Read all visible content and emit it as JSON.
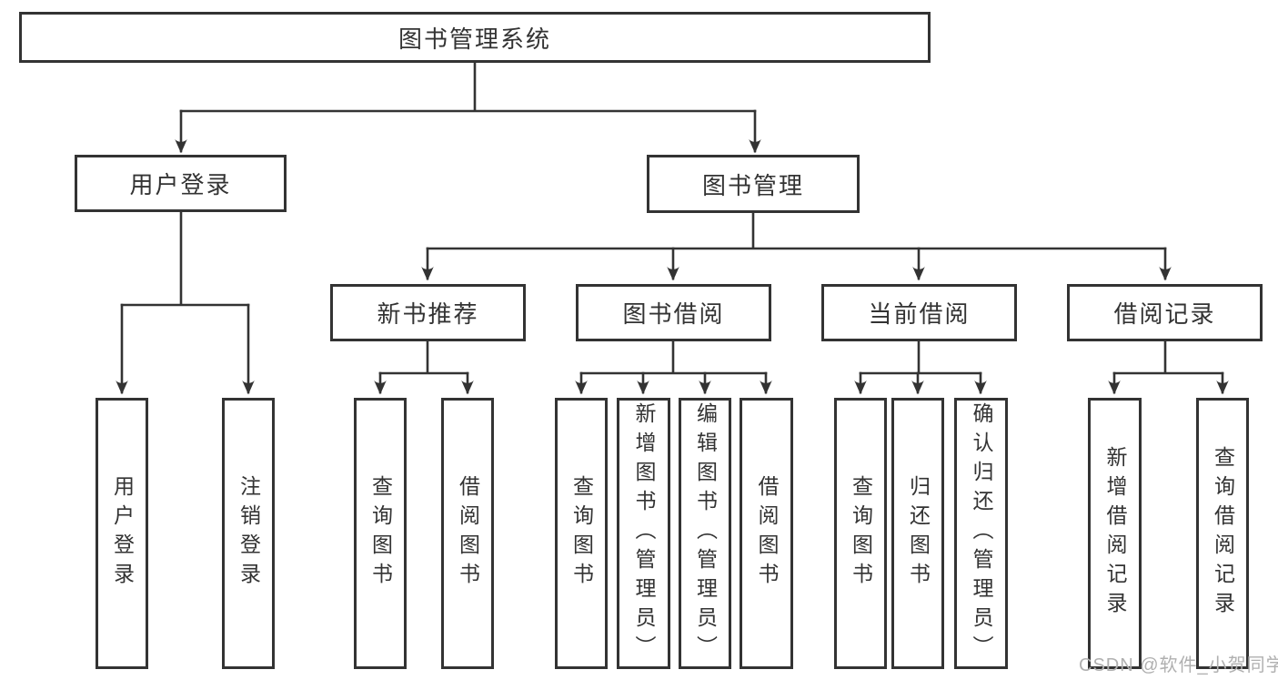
{
  "root_label": "图书管理系统",
  "user_login": {
    "label": "用户登录",
    "children": [
      "用户登录",
      "注销登录"
    ]
  },
  "book_mgmt": {
    "label": "图书管理",
    "sections": {
      "new_book": {
        "label": "新书推荐",
        "children": [
          "查询图书",
          "借阅图书"
        ]
      },
      "book_borrow": {
        "label": "图书借阅",
        "children": [
          "查询图书",
          "新增图书（管理员）",
          "编辑图书（管理员）",
          "借阅图书"
        ]
      },
      "current_borrow": {
        "label": "当前借阅",
        "children": [
          "查询图书",
          "归还图书",
          "确认归还（管理员）"
        ]
      },
      "borrow_records": {
        "label": "借阅记录",
        "children": [
          "新增借阅记录",
          "查询借阅记录"
        ]
      }
    }
  },
  "watermark": {
    "text": "CSDN @软件_小贺同学"
  },
  "colors": {
    "line": "#333333",
    "box_border": "#333333",
    "box_background": "#ffffff",
    "text": "#333333",
    "watermark": "#b0b0b0"
  }
}
